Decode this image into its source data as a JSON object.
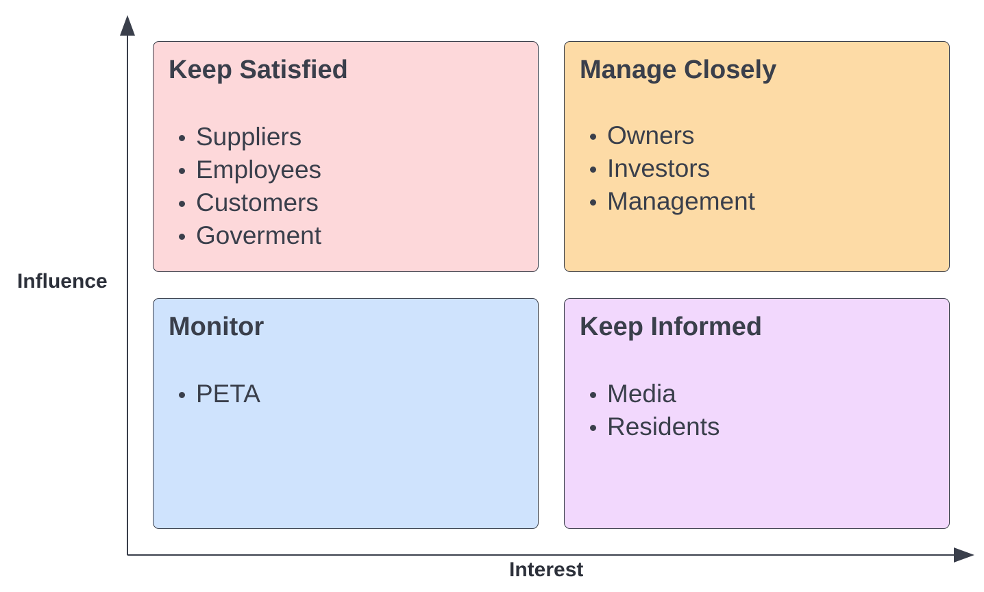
{
  "axes": {
    "y_label": "Influence",
    "x_label": "Interest"
  },
  "quadrants": [
    {
      "title": "Keep Satisfied",
      "color": "#fdd8da",
      "items": [
        "Suppliers",
        "Employees",
        "Customers",
        "Goverment"
      ]
    },
    {
      "title": "Manage Closely",
      "color": "#fddba6",
      "items": [
        "Owners",
        "Investors",
        "Management"
      ]
    },
    {
      "title": "Monitor",
      "color": "#cfe3fd",
      "items": [
        "PETA"
      ]
    },
    {
      "title": "Keep Informed",
      "color": "#f2d8fd",
      "items": [
        "Media",
        "Residents"
      ]
    }
  ],
  "colors": {
    "axis": "#3a3f4b",
    "border": "#3a3f4b",
    "text": "#3a3f4b"
  }
}
